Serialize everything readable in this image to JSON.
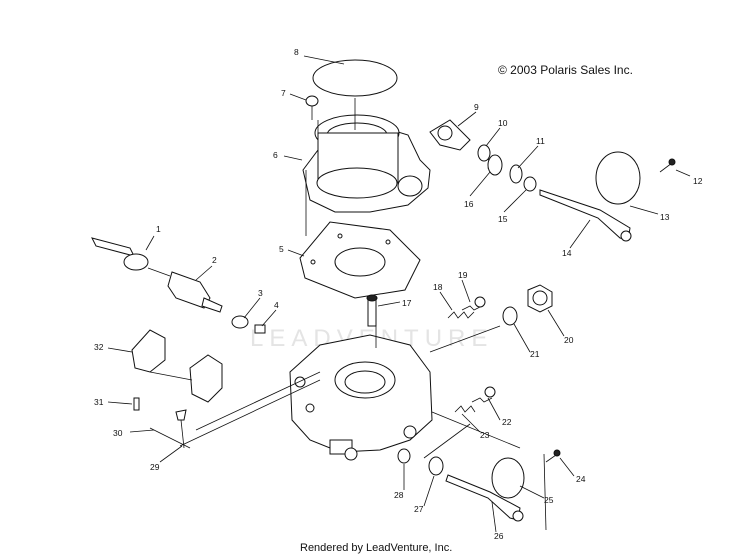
{
  "copyright": "© 2003 Polaris Sales Inc.",
  "footer": "Rendered by LeadVenture, Inc.",
  "watermark": "LEADVENTURE",
  "callouts": [
    "1",
    "2",
    "3",
    "4",
    "5",
    "6",
    "7",
    "8",
    "9",
    "10",
    "11",
    "12",
    "13",
    "14",
    "15",
    "16",
    "17",
    "18",
    "19",
    "20",
    "21",
    "22",
    "23",
    "24",
    "25",
    "26",
    "27",
    "28",
    "29",
    "30",
    "31",
    "32"
  ]
}
